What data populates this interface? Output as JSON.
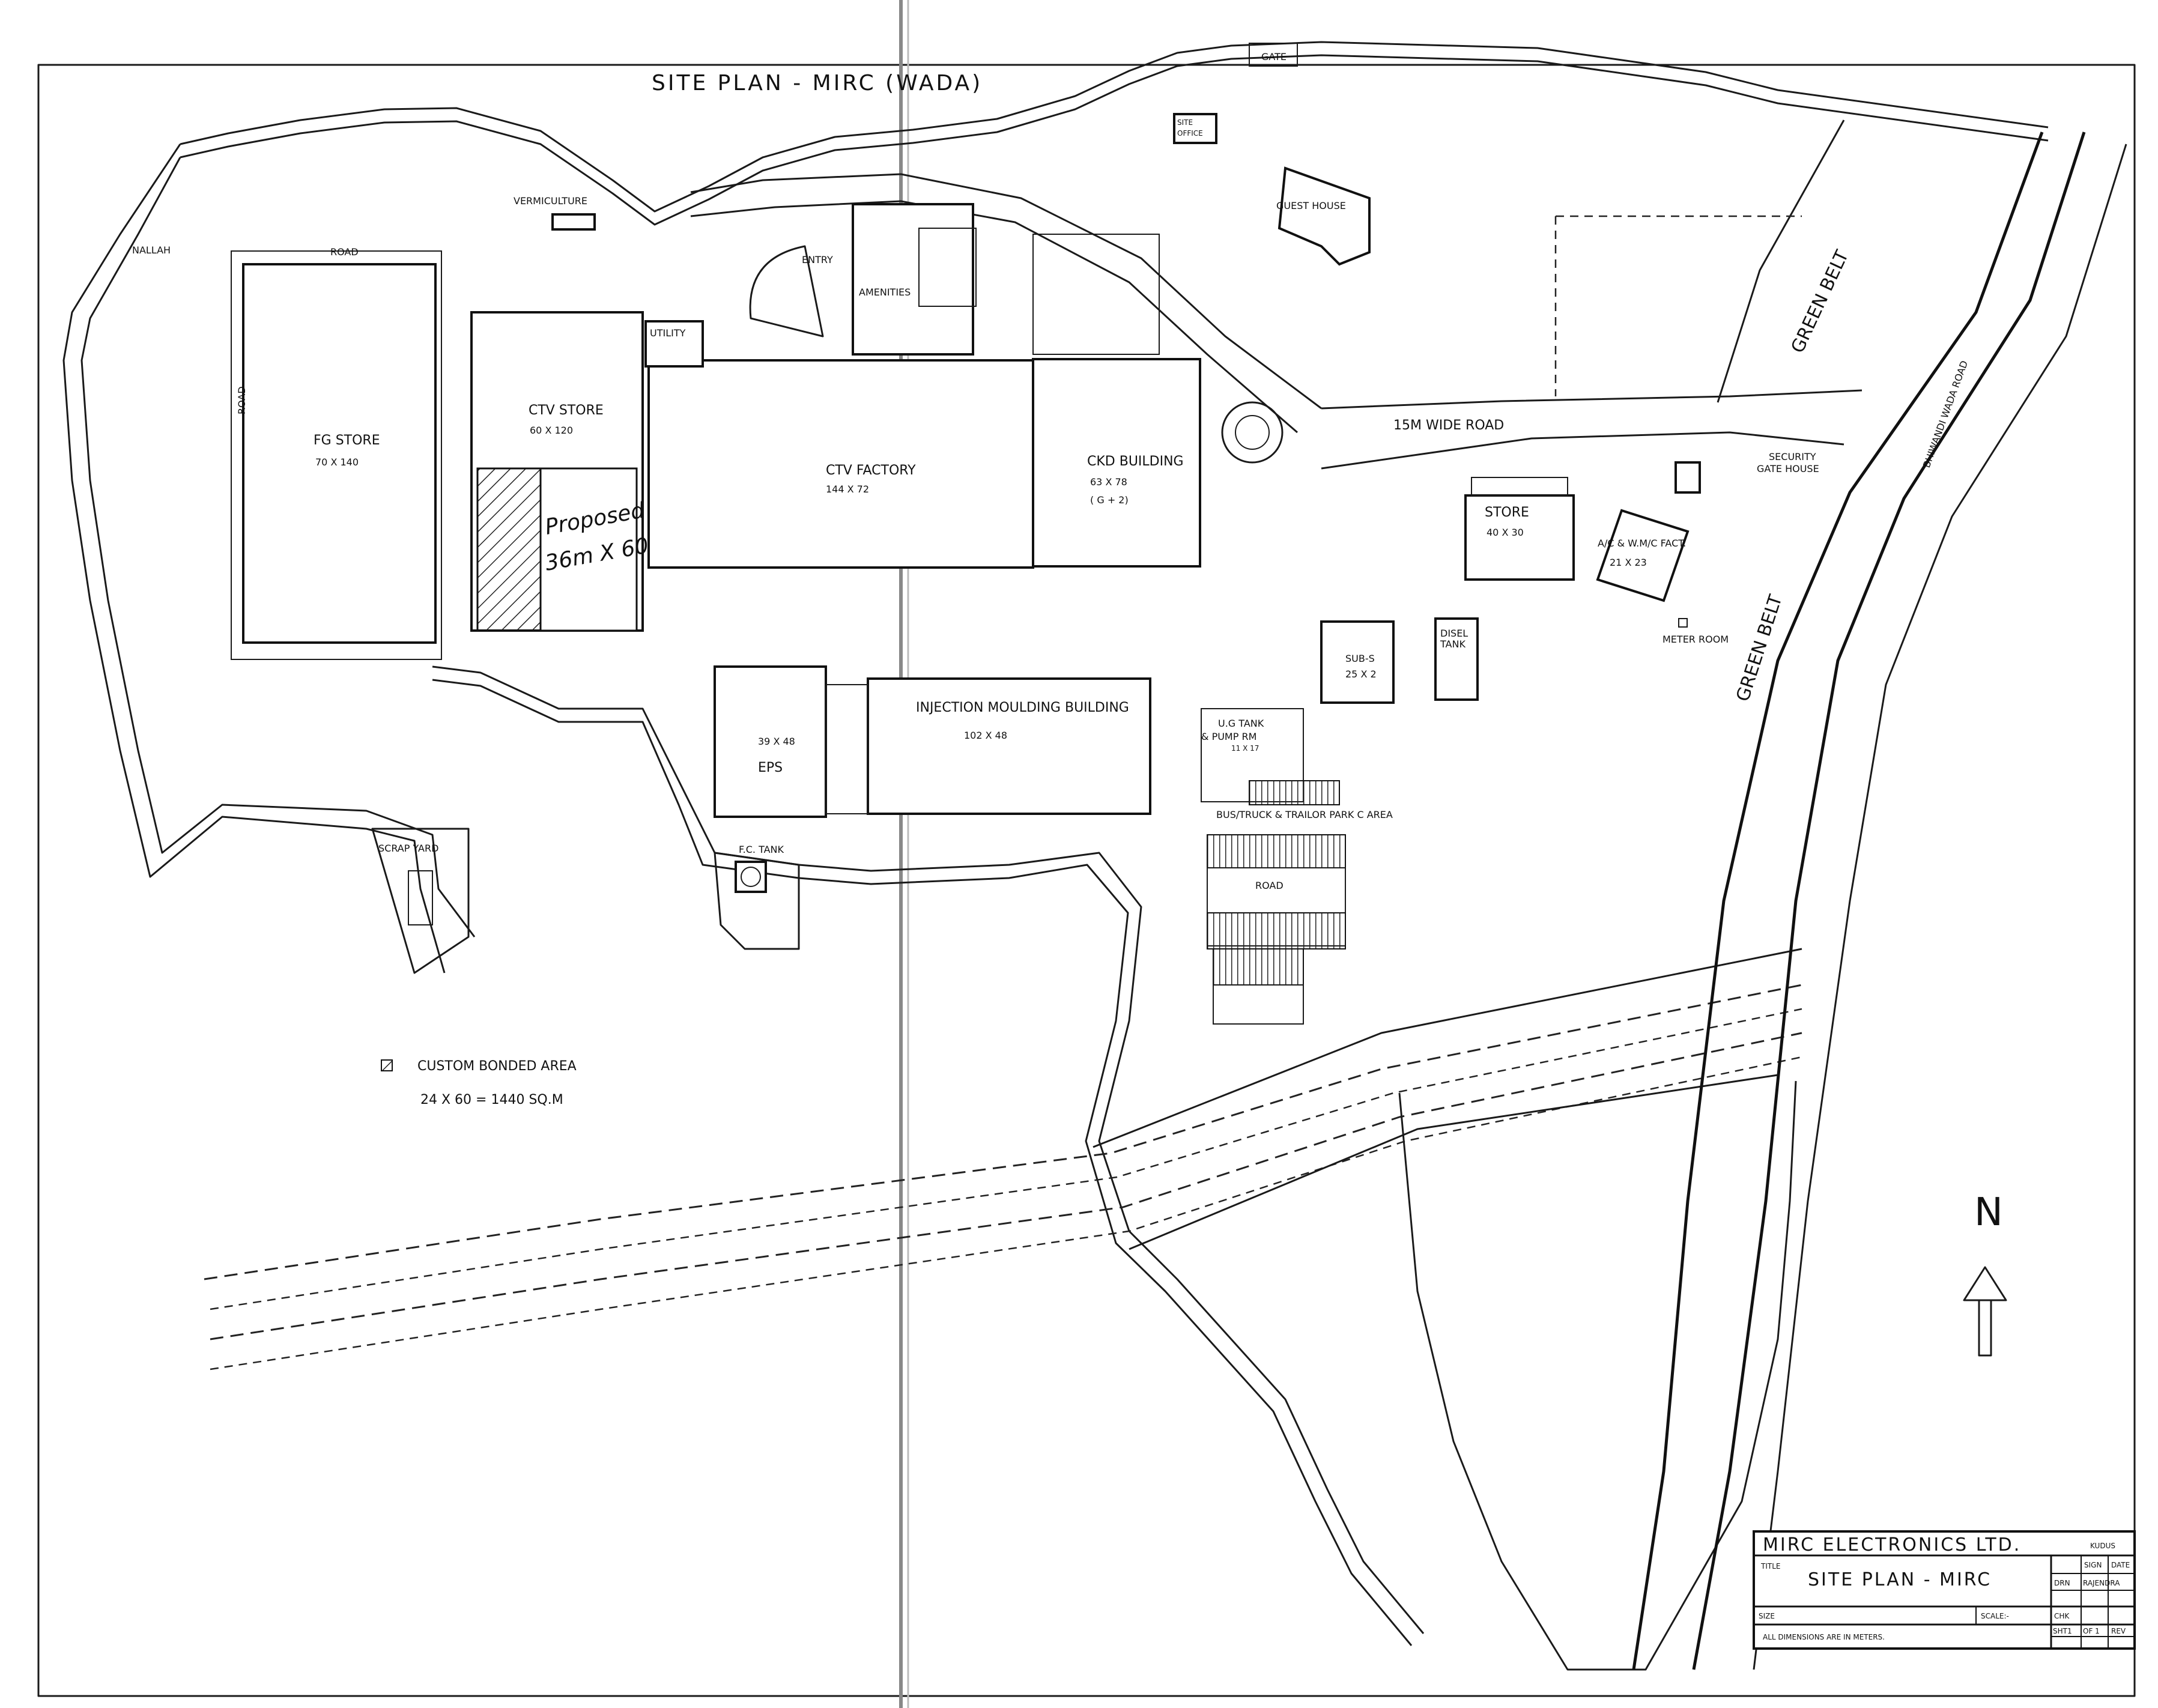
{
  "title": "SITE PLAN - MIRC (WADA)",
  "labels": {
    "gate": "GATE",
    "site_office_1": "SITE",
    "site_office_2": "OFFICE",
    "vermiculture": "VERMICULTURE",
    "nallah": "NALLAH",
    "road_top": "ROAD",
    "road_left": "ROAD",
    "road_lower": "ROAD",
    "guest_house": "GUEST HOUSE",
    "entry": "ENTRY",
    "amenities": "AMENITIES",
    "utility": "UTILITY",
    "wide_road": "15M WIDE ROAD",
    "green_belt_top": "GREEN BELT",
    "green_belt_right": "GREEN BELT",
    "bhiwandi_road": "BHIWANDI WADA ROAD",
    "security_1": "SECURITY",
    "security_2": "GATE HOUSE",
    "meter_room": "METER ROOM",
    "parking": "BUS/TRUCK & TRAILOR PARK C AREA",
    "scrap_yard": "SCRAP YARD",
    "fc_tank": "F.C. TANK",
    "north": "N"
  },
  "buildings": {
    "fg_store": {
      "name": "FG STORE",
      "size": "70 X 140"
    },
    "ctv_store": {
      "name": "CTV STORE",
      "size": "60 X 120"
    },
    "ctv_factory": {
      "name": "CTV FACTORY",
      "size": "144 X 72"
    },
    "ckd_building": {
      "name": "CKD BUILDING",
      "size": "63 X 78",
      "note": "( G + 2)"
    },
    "store": {
      "name": "STORE",
      "size": "40 X 30"
    },
    "ac_factory": {
      "name": "A/C & W.M/C FACT.",
      "size": "21 X 23"
    },
    "eps": {
      "name": "EPS",
      "size": "39 X 48"
    },
    "injection": {
      "name": "INJECTION MOULDING BUILDING",
      "size": "102 X 48"
    },
    "substation": {
      "name": "SUB-S",
      "size": "25 X 2"
    },
    "disel_tank_1": "DISEL",
    "disel_tank_2": "TANK",
    "ug_tank_1": "U.G TANK",
    "ug_tank_2": "& PUMP RM",
    "ug_tank_size": "11 X 17",
    "proposed_1": "Proposed",
    "proposed_2": "36m X 60m"
  },
  "legend": {
    "label": "CUSTOM BONDED AREA",
    "formula": "24 X 60 = 1440 SQ.M"
  },
  "title_block": {
    "company": "MIRC ELECTRONICS LTD.",
    "kudus": "KUDUS",
    "title_label": "TITLE",
    "title": "SITE PLAN - MIRC",
    "sign": "SIGN",
    "date": "DATE",
    "drn": "DRN",
    "drawn_by": "RAJENDRA",
    "size": "SIZE",
    "scale": "SCALE:-",
    "chk": "CHK",
    "sht": "SHT1",
    "of": "OF 1",
    "rev": "REV",
    "note": "ALL DIMENSIONS ARE IN METERS."
  }
}
